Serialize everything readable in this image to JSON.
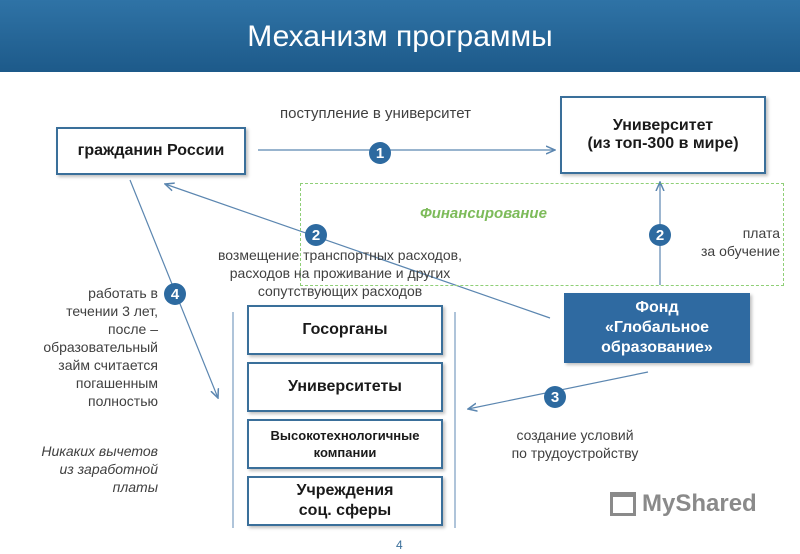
{
  "header": {
    "title": "Механизм программы"
  },
  "boxes": {
    "citizen": "гражданин России",
    "university_line1": "Университет",
    "university_line2": "(из топ-300 в мире)",
    "fund_line1": "Фонд",
    "fund_line2": "«Глобальное",
    "fund_line3": "образование»",
    "gov": "Госорганы",
    "universities": "Университеты",
    "hightech_line1": "Высокотехнологичные",
    "hightech_line2": "компании",
    "social_line1": "Учреждения",
    "social_line2": "соц. сферы"
  },
  "labels": {
    "admission": "поступление в университет",
    "financing": "Финансирование",
    "reimb_line1": "возмещение транспортных расходов,",
    "reimb_line2": "расходов на проживание и других",
    "reimb_line3": "сопутствующих расходов",
    "tuition_line1": "плата",
    "tuition_line2": "за обучение",
    "work_line1": "работать в",
    "work_line2": "течении 3 лет,",
    "work_line3": "после –",
    "work_line4": "образовательный",
    "work_line5": "займ считается",
    "work_line6": "погашенным",
    "work_line7": "полностью",
    "nodeduct_line1": "Никаких вычетов",
    "nodeduct_line2": "из заработной",
    "nodeduct_line3": "платы",
    "employment_line1": "создание условий",
    "employment_line2": "по трудоустройству"
  },
  "badges": {
    "b1": "1",
    "b2a": "2",
    "b2b": "2",
    "b3": "3",
    "b4": "4"
  },
  "footer": {
    "page_number": "4",
    "watermark": "MyShared"
  },
  "colors": {
    "header": "#2f73a6",
    "box_fill": "#2f6aa1",
    "financing_text": "#7dbb5a",
    "arrow": "#5b86b0"
  }
}
